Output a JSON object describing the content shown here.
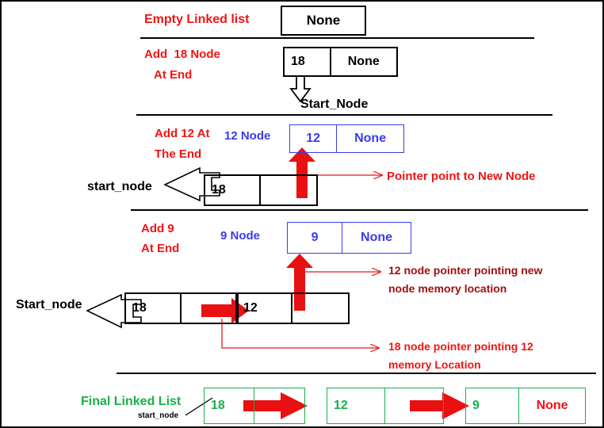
{
  "diagram": {
    "title_semantic": "singly-linked-list-append-steps",
    "colors": {
      "red": "#f01414",
      "maroon": "#a01010",
      "blue": "#3a3af0",
      "green": "#19b04a",
      "black": "#000000",
      "arrow_red": "#e81010"
    }
  },
  "sections": [
    {
      "id": "empty",
      "label": "Empty Linked list",
      "node": {
        "value": "None"
      }
    },
    {
      "id": "add18",
      "label_line1": "Add  18 Node",
      "label_line2": "At End",
      "node": {
        "data": "18",
        "next": "None"
      },
      "pointer_label": "Start_Node"
    },
    {
      "id": "add12",
      "label_line1": "Add 12 At",
      "label_line2": "The End",
      "new_node_caption": "12 Node",
      "new_node": {
        "data": "12",
        "next": "None"
      },
      "existing_node": {
        "data": "18",
        "next": ""
      },
      "start_label": "start_node",
      "annotation": "Pointer point to New Node"
    },
    {
      "id": "add9",
      "label_line1": "Add 9",
      "label_line2": "At End",
      "new_node_caption": "9 Node",
      "new_node": {
        "data": "9",
        "next": "None"
      },
      "chain": [
        {
          "data": "18",
          "next": ""
        },
        {
          "data": "12",
          "next": ""
        }
      ],
      "start_label": "Start_node",
      "annotation_1_line1": "12 node pointer pointing new",
      "annotation_1_line2": "node memory location",
      "annotation_2_line1": "18 node pointer pointing 12",
      "annotation_2_line2": "memory Location"
    },
    {
      "id": "final",
      "label": "Final Linked List",
      "start_label": "start_node",
      "nodes": [
        {
          "data": "18",
          "next": ""
        },
        {
          "data": "12",
          "next": ""
        },
        {
          "data": "9",
          "next": "None"
        }
      ]
    }
  ]
}
